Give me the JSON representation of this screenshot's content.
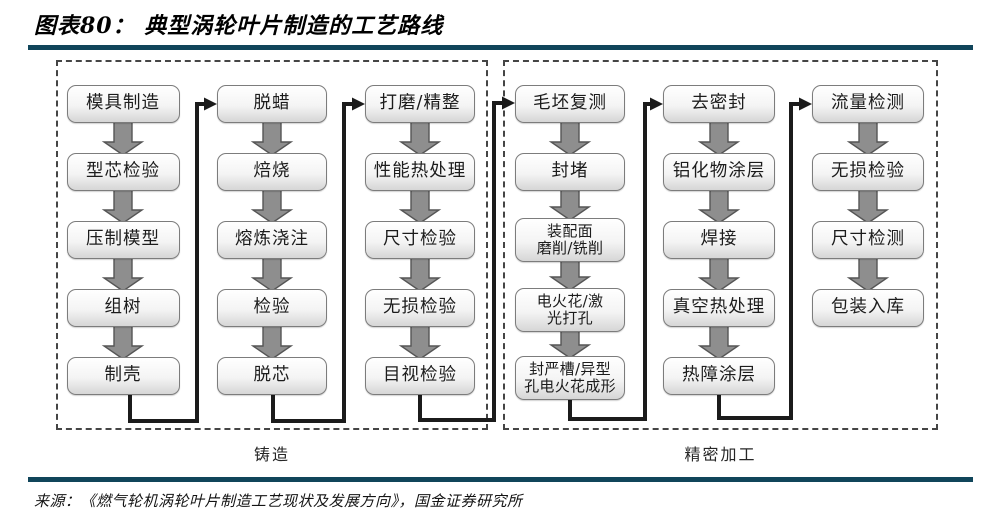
{
  "header": {
    "title": "图表80： 典型涡轮叶片制造的工艺路线"
  },
  "flow": {
    "groups": [
      {
        "label": "铸造",
        "columns": [
          {
            "steps": [
              "模具制造",
              "型芯检验",
              "压制模型",
              "组树",
              "制壳"
            ]
          },
          {
            "steps": [
              "脱蜡",
              "焙烧",
              "熔炼浇注",
              "检验",
              "脱芯"
            ]
          },
          {
            "steps": [
              "打磨/精整",
              "性能热处理",
              "尺寸检验",
              "无损检验",
              "目视检验"
            ]
          }
        ]
      },
      {
        "label": "精密加工",
        "columns": [
          {
            "steps": [
              "毛坯复测",
              "封堵",
              "装配面\n磨削/铣削",
              "电火花/激\n光打孔",
              "封严槽/异型\n孔电火花成形"
            ]
          },
          {
            "steps": [
              "去密封",
              "铝化物涂层",
              "焊接",
              "真空热处理",
              "热障涂层"
            ]
          },
          {
            "steps": [
              "流量检测",
              "无损检验",
              "尺寸检测",
              "包装入库"
            ]
          }
        ]
      }
    ]
  },
  "footer": {
    "source": "来源：《燃气轮机涡轮叶片制造工艺现状及发展方向》，国金证券研究所"
  },
  "colors": {
    "rule": "#10455a",
    "box_border": "#7c7c7c",
    "box_fill_top": "#ffffff",
    "box_fill_bottom": "#d6d6d6",
    "block_arrow_fill": "#8e8e8e",
    "block_arrow_edge": "#555555",
    "connector": "#1b1b1b",
    "dashed_border": "#454545"
  }
}
